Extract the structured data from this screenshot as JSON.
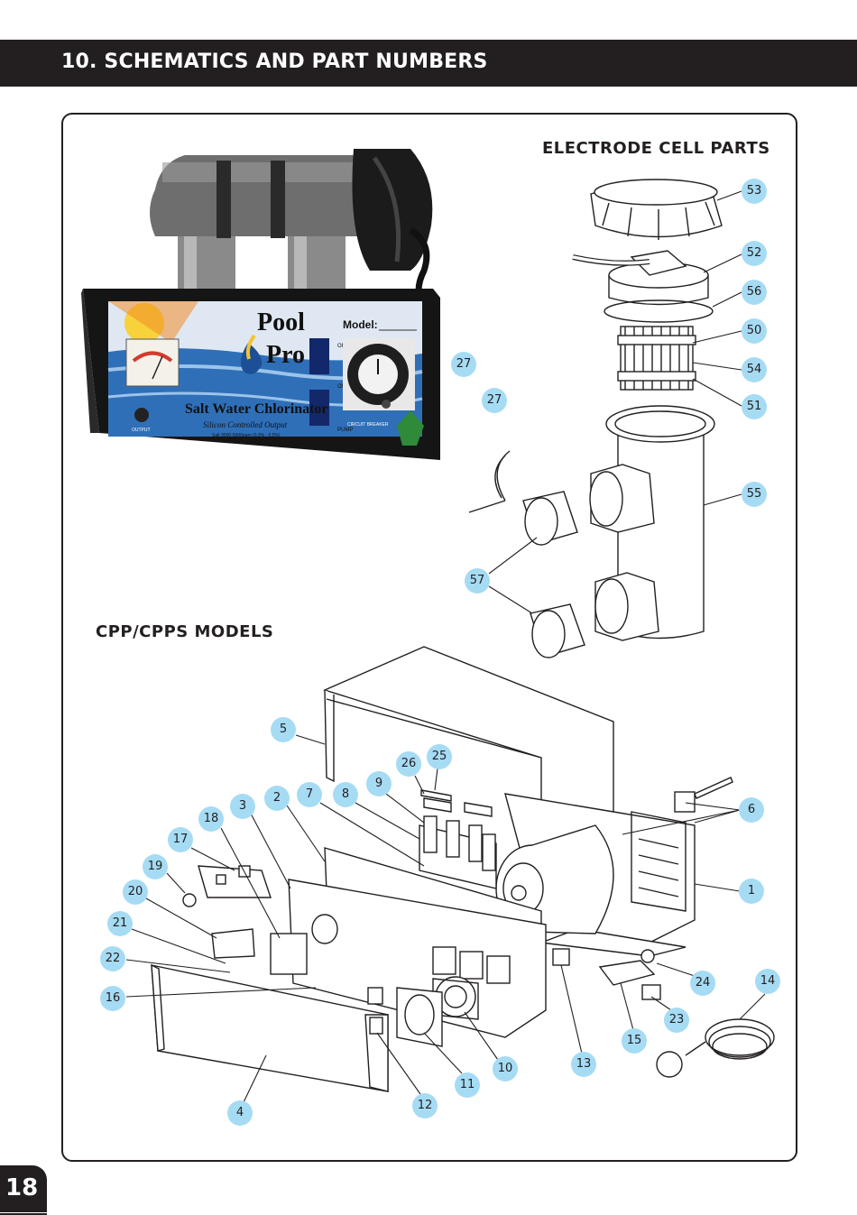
{
  "header": {
    "title": "10. SCHEMATICS AND PART NUMBERS"
  },
  "sections": {
    "electrode_cell": "ELECTRODE CELL PARTS",
    "cpp_models": "CPP/CPPS MODELS"
  },
  "unit_labels": {
    "brand_line1": "Pool",
    "brand_line2": "Pro",
    "model_label": "Model:",
    "product_name": "Salt Water Chlorinator",
    "product_sub": "Silicon Controlled Output",
    "product_spec": "Salt 3000-5000ppm (0.3% - 0.5%)",
    "switch_off": "OFF",
    "switch_on": "ON",
    "switch_pump": "PUMP",
    "output_label": "OUTPUT",
    "circuit_breaker": "CIRCUIT BREAKER"
  },
  "callouts": {
    "c53": "53",
    "c52": "52",
    "c56": "56",
    "c50": "50",
    "c54": "54",
    "c51": "51",
    "c27a": "27",
    "c27b": "27",
    "c55": "55",
    "c57": "57",
    "c5": "5",
    "c26": "26",
    "c25": "25",
    "c9": "9",
    "c8": "8",
    "c7": "7",
    "c2": "2",
    "c3": "3",
    "c18": "18",
    "c17": "17",
    "c19": "19",
    "c20": "20",
    "c21": "21",
    "c22": "22",
    "c16": "16",
    "c4": "4",
    "c12": "12",
    "c11": "11",
    "c10": "10",
    "c13": "13",
    "c15": "15",
    "c23": "23",
    "c24": "24",
    "c14": "14",
    "c6": "6",
    "c1": "1"
  },
  "colors": {
    "header_bg": "#231f20",
    "callout_fill": "#a6dbf4",
    "frame_stroke": "#231f20"
  },
  "page": {
    "number": "18"
  }
}
